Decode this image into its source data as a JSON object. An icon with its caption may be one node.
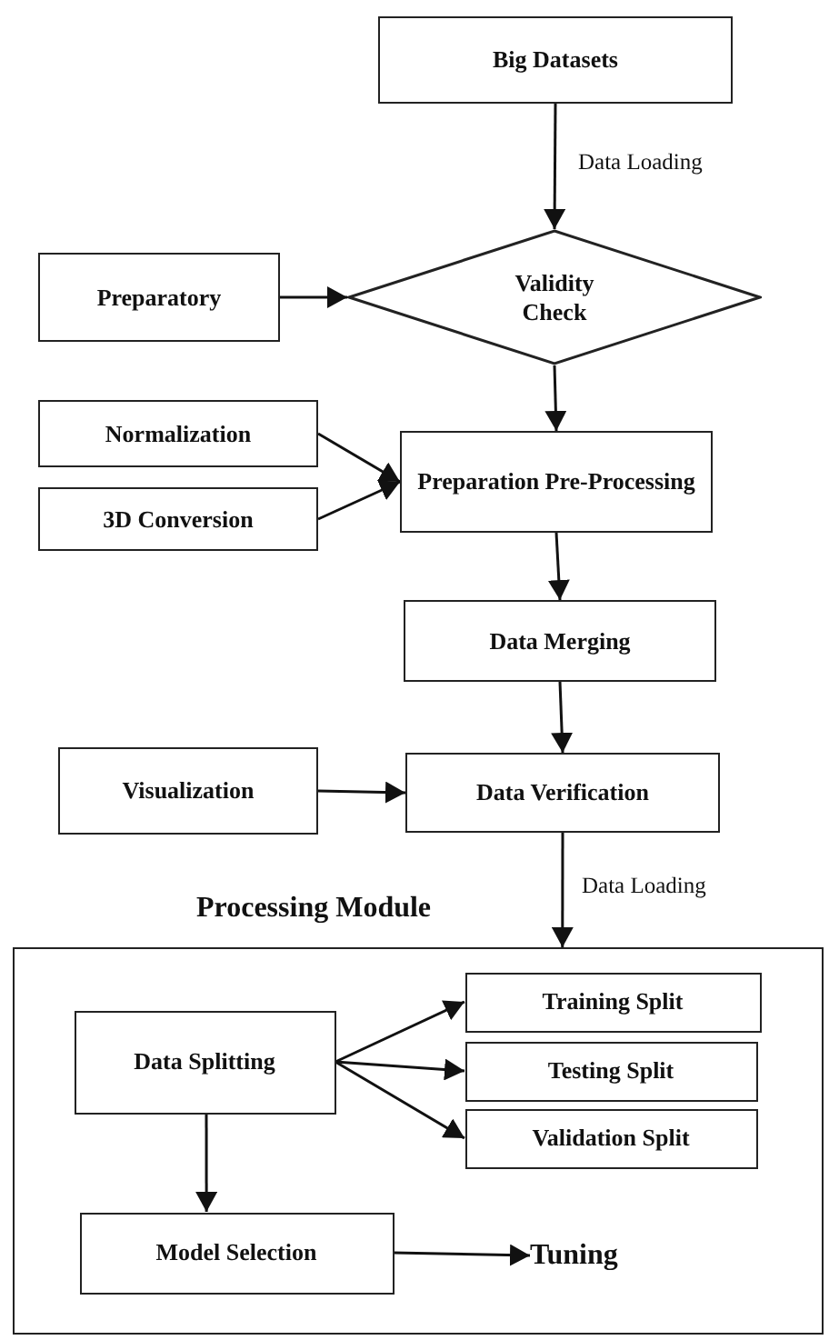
{
  "diagram": {
    "nodes": [
      {
        "text": [
          "Big Datasets"
        ]
      },
      {
        "text": [
          "Preparatory"
        ]
      },
      {
        "text": [
          "Validity Check"
        ]
      },
      {
        "text": [
          "Normalization"
        ]
      },
      {
        "text": [
          "3D Conversion"
        ]
      },
      {
        "text": [
          "Preparation Pre-Processing"
        ]
      },
      {
        "text": [
          "Data Merging"
        ]
      },
      {
        "text": [
          "Visualization"
        ]
      },
      {
        "text": [
          "Data Verification"
        ]
      },
      {
        "text": [
          "Processing Module"
        ]
      },
      {
        "text": [
          "Data Splitting"
        ],
        "in": 9
      },
      {
        "text": [
          "Training Split"
        ],
        "in": 9
      },
      {
        "text": [
          "Testing Split"
        ],
        "in": 9
      },
      {
        "text": [
          "Validation Split"
        ],
        "in": 9
      },
      {
        "text": [
          "Model Selection"
        ],
        "in": 9
      },
      {
        "text": [
          "Tuning"
        ],
        "in": 9
      }
    ],
    "edges": [
      {
        "from": 0,
        "to": 2,
        "arrow": "to",
        "label": "Data Loading"
      },
      {
        "from": 1,
        "to": 2,
        "arrow": "to"
      },
      {
        "from": 3,
        "to": 5,
        "arrow": "to"
      },
      {
        "from": 4,
        "to": 5,
        "arrow": "to"
      },
      {
        "from": 2,
        "to": 5,
        "arrow": "to"
      },
      {
        "from": 5,
        "to": 6,
        "arrow": "to"
      },
      {
        "from": 6,
        "to": 8,
        "arrow": "to"
      },
      {
        "from": 7,
        "to": 8,
        "arrow": "to"
      },
      {
        "from": 8,
        "to": 9,
        "arrow": "to",
        "label": "Data Loading"
      },
      {
        "from": 10,
        "to": 11,
        "arrow": "to"
      },
      {
        "from": 10,
        "to": 12,
        "arrow": "to"
      },
      {
        "from": 10,
        "to": 13,
        "arrow": "to"
      },
      {
        "from": 10,
        "to": 14,
        "arrow": "to"
      },
      {
        "from": 14,
        "to": 15,
        "arrow": "to"
      }
    ]
  }
}
